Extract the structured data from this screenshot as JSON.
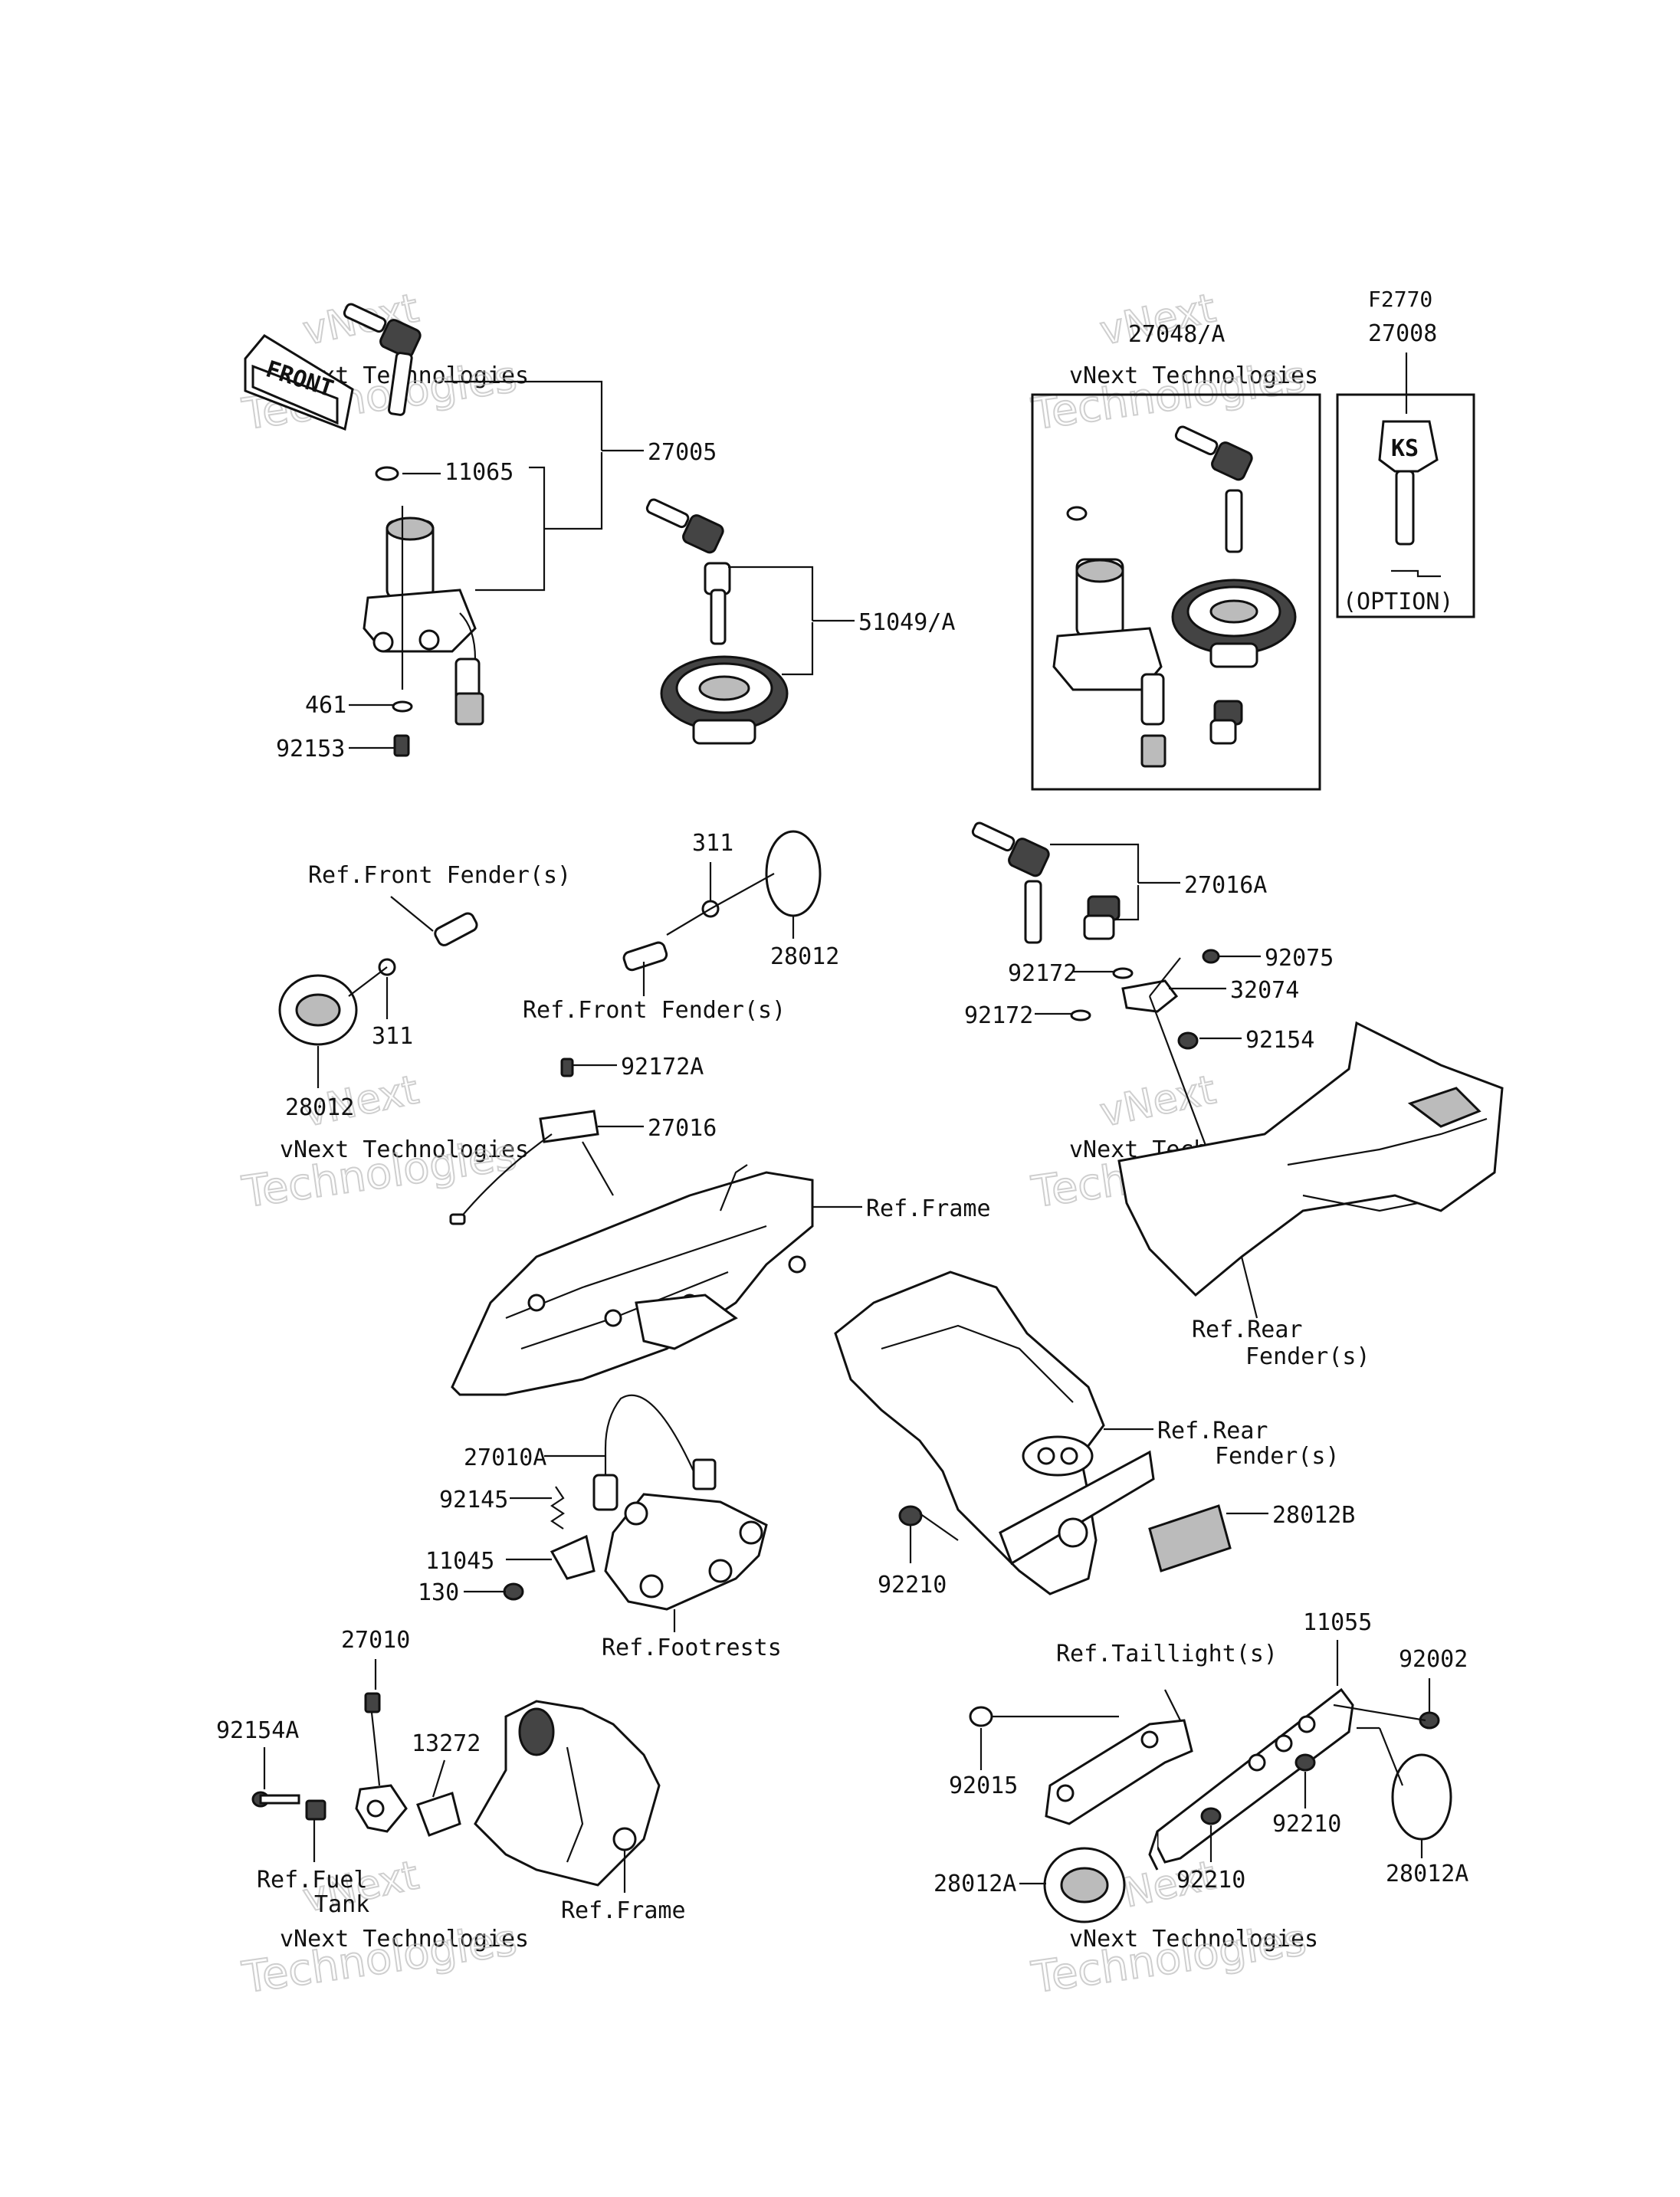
{
  "front_badge": "FRONT",
  "watermark": {
    "line1": "vNext Technologies",
    "line2": "Technologies",
    "line0": "vNext"
  },
  "labels": {
    "p27005": "27005",
    "p11065": "11065",
    "p461": "461",
    "p92153": "92153",
    "p51049A": "51049/A",
    "p27048A": "27048/A",
    "pF2770": "F2770",
    "p27008": "27008",
    "option": "(OPTION)",
    "refFrontFender1": "Ref.Front Fender(s)",
    "p311a": "311",
    "p28012a": "28012",
    "p311b": "311",
    "p28012b": "28012",
    "refFrontFender2": "Ref.Front Fender(s)",
    "p27016A": "27016A",
    "p92172a": "92172",
    "p92075": "92075",
    "p32074": "32074",
    "p92172b": "92172",
    "p92154": "92154",
    "p92172A": "92172A",
    "p27016": "27016",
    "refFrame1": "Ref.Frame",
    "refRearFender1a": "Ref.Rear",
    "refRearFender1b": "Fender(s)",
    "p27010A": "27010A",
    "p92145": "92145",
    "p11045": "11045",
    "p130": "130",
    "refFootrests": "Ref.Footrests",
    "refRearFender2a": "Ref.Rear",
    "refRearFender2b": "Fender(s)",
    "p28012B": "28012B",
    "p92210a": "92210",
    "p27010": "27010",
    "p92154A": "92154A",
    "p13272": "13272",
    "refFuelTankA": "Ref.Fuel",
    "refFuelTankB": "Tank",
    "refFrame2": "Ref.Frame",
    "p11055": "11055",
    "refTaillight": "Ref.Taillight(s)",
    "p92002": "92002",
    "p92015": "92015",
    "p92210b": "92210",
    "p92210c": "92210",
    "p28012A1": "28012A",
    "p28012A2": "28012A"
  }
}
